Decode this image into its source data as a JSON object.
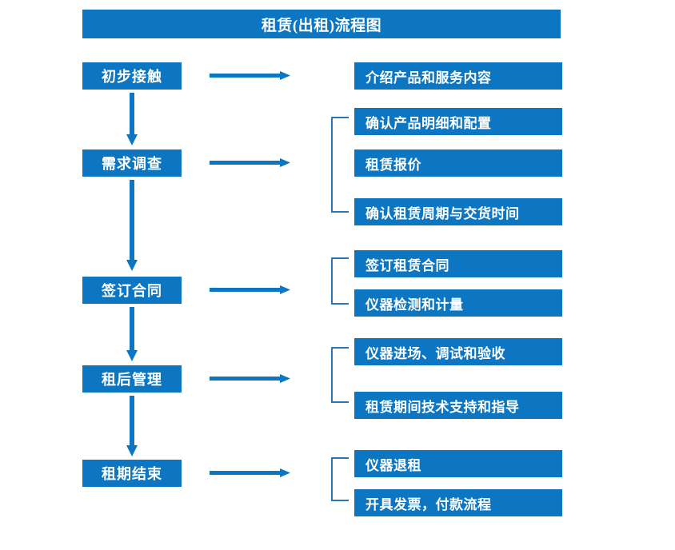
{
  "diagram": {
    "title": "租赁(出租)流程图",
    "colors": {
      "primary_blue": "#0C76C2",
      "bracket_blue": "#2E75B6",
      "arrow_blue": "#0C76C2",
      "text_white": "#FFFFFF",
      "background": "#FFFFFF"
    },
    "stages": [
      {
        "id": "stage-1",
        "label": "初步接触"
      },
      {
        "id": "stage-2",
        "label": "需求调查"
      },
      {
        "id": "stage-3",
        "label": "签订合同"
      },
      {
        "id": "stage-4",
        "label": "租后管理"
      },
      {
        "id": "stage-5",
        "label": "租期结束"
      }
    ],
    "tasks": [
      {
        "id": "task-1",
        "label": "介绍产品和服务内容",
        "stage": "stage-1"
      },
      {
        "id": "task-2",
        "label": "确认产品明细和配置",
        "stage": "stage-2"
      },
      {
        "id": "task-3",
        "label": "租赁报价",
        "stage": "stage-2"
      },
      {
        "id": "task-4",
        "label": "确认租赁周期与交货时间",
        "stage": "stage-2"
      },
      {
        "id": "task-5",
        "label": "签订租赁合同",
        "stage": "stage-3"
      },
      {
        "id": "task-6",
        "label": "仪器检测和计量",
        "stage": "stage-3"
      },
      {
        "id": "task-7",
        "label": "仪器进场、调试和验收",
        "stage": "stage-4"
      },
      {
        "id": "task-8",
        "label": "租赁期间技术支持和指导",
        "stage": "stage-4"
      },
      {
        "id": "task-9",
        "label": "仪器退租",
        "stage": "stage-5"
      },
      {
        "id": "task-10",
        "label": "开具发票，付款流程",
        "stage": "stage-5"
      }
    ],
    "connectors": {
      "horizontal_arrow_count": 5,
      "vertical_arrow_count": 4,
      "bracket_count": 4
    }
  }
}
